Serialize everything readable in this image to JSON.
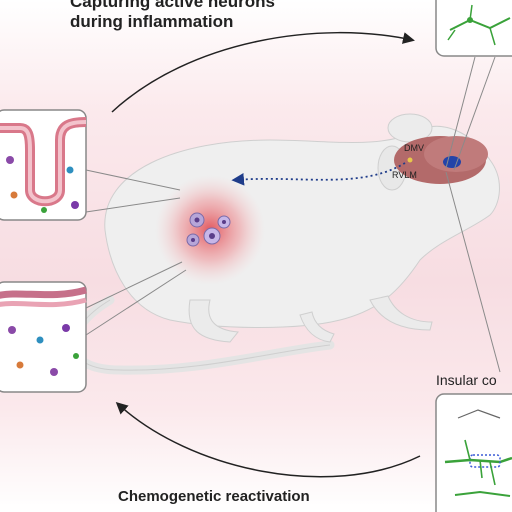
{
  "labels": {
    "top_title": "Capturing active neurons\nduring inflammation",
    "bottom_title": "Chemogenetic reactivation",
    "insular": "Insular co",
    "dmv": "DMV",
    "rvlm": "RVLM"
  },
  "colors": {
    "inflammation": "#e0484f",
    "brain": "#b36a6a",
    "neuron_green": "#3aa23a",
    "neuron_blue": "#3b5bd6"
  }
}
